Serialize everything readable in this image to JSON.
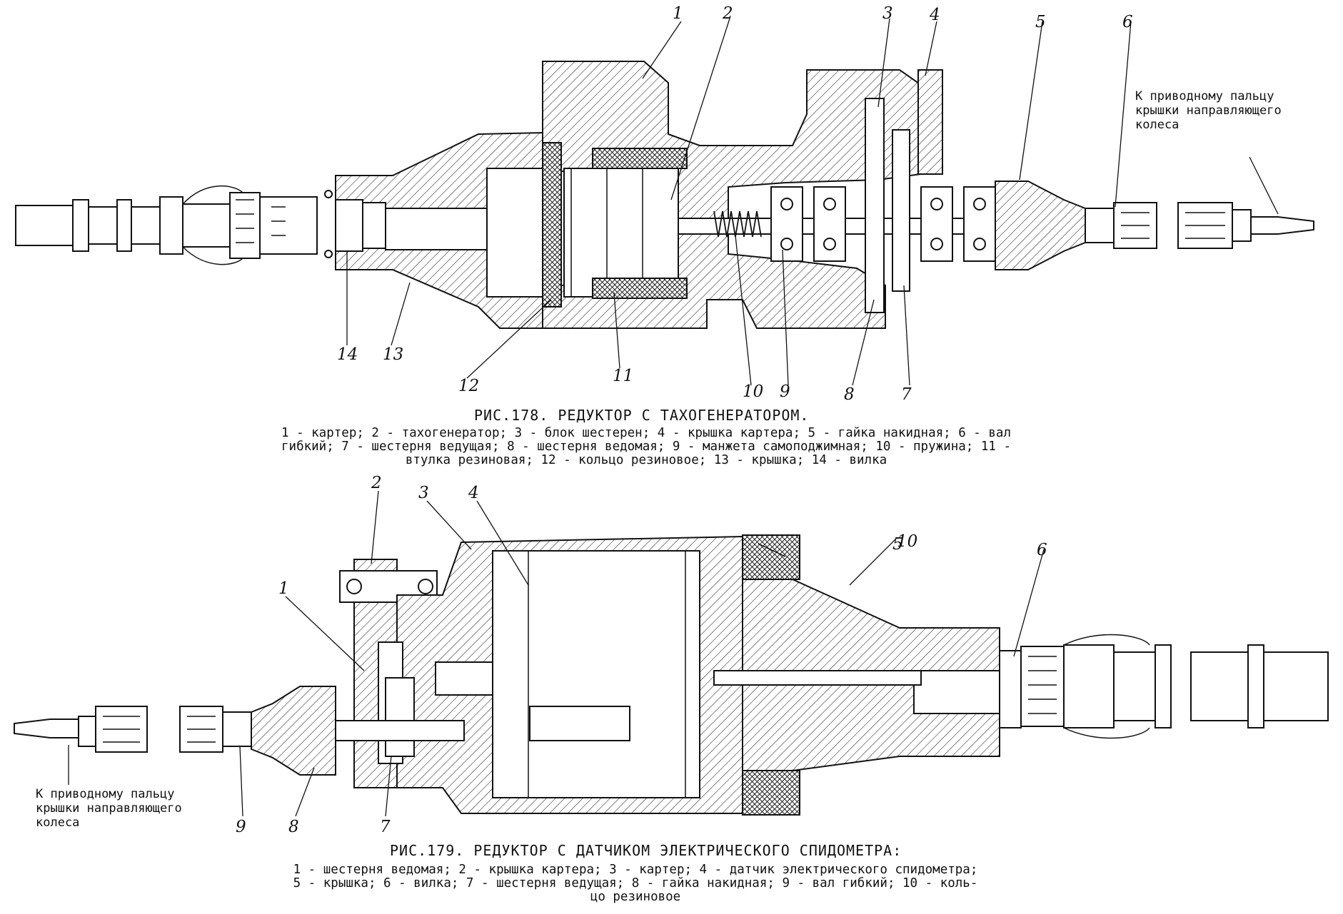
{
  "figure_178": {
    "title": "РИС.178. РЕДУКТОР С ТАХОГЕНЕРАТОРОМ.",
    "legend_lines": [
      "1 - картер; 2 - тахогенератор; 3 - блок шестерен; 4 - крышка картера; 5 - гайка накидная; 6 - вал",
      "гибкий; 7 - шестерня ведущая; 8 - шестерня ведомая; 9 - манжета самоподжимная; 10 - пружина; 11 -",
      "втулка резиновая; 12 - кольцо резиновое; 13 - крышка; 14 - вилка"
    ],
    "note_lines": [
      "К приводному пальцу",
      "крышки направляющего",
      "колеса"
    ],
    "callouts": [
      "1",
      "2",
      "3",
      "4",
      "5",
      "6",
      "7",
      "8",
      "9",
      "10",
      "11",
      "12",
      "13",
      "14"
    ]
  },
  "figure_179": {
    "title": "РИС.179. РЕДУКТОР С ДАТЧИКОМ ЭЛЕКТРИЧЕСКОГО СПИДОМЕТРА:",
    "legend_lines": [
      "1 - шестерня ведомая; 2 - крышка картера; 3 - картер; 4 - датчик электрического спидометра;",
      "5 - крышка; 6 - вилка; 7 - шестерня ведущая; 8 - гайка накидная; 9 - вал гибкий; 10 - коль-",
      "цо резиновое"
    ],
    "note_lines": [
      "К приводному пальцу",
      "крышки направляющего",
      "колеса"
    ],
    "callouts": [
      "1",
      "2",
      "3",
      "4",
      "5",
      "6",
      "7",
      "8",
      "9",
      "10"
    ]
  },
  "colors": {
    "ink": "#111111",
    "paper": "#ffffff",
    "hatch": "#222222"
  }
}
